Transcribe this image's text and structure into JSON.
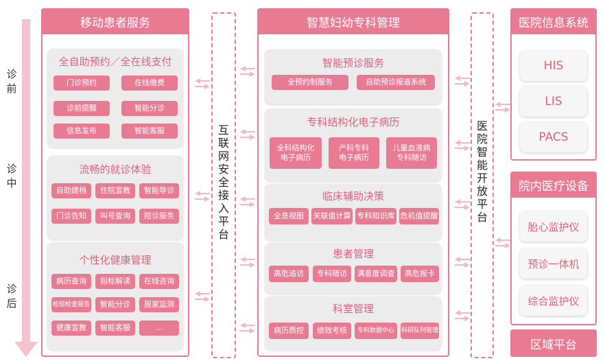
{
  "stages": [
    "诊前",
    "诊中",
    "诊后"
  ],
  "left_column": {
    "title": "移动患者服务",
    "sections": [
      {
        "title": "全自助预约／全在线支付",
        "items": [
          "门诊预约",
          "在线缴费",
          "诊前提醒",
          "智能分诊",
          "信息发布",
          "智能客服"
        ]
      },
      {
        "title": "流畅的就诊体验",
        "items": [
          "自助建档",
          "住院宣教",
          "智能导诊",
          "门诊告知",
          "叫号查询",
          "陪诊服务"
        ]
      },
      {
        "title": "个性化健康管理",
        "items": [
          "病历查询",
          "指标解读",
          "在线咨询",
          "检验检查报告",
          "智能分诊",
          "居家监测",
          "健康宣教",
          "智能客服",
          "..."
        ]
      }
    ]
  },
  "internet_platform": "互联网安全接入平台",
  "middle_column": {
    "title": "智慧妇幼专科管理",
    "sections": [
      {
        "title": "智能预诊服务",
        "items": [
          "全预约制服务",
          "自助预诊报道系统"
        ]
      },
      {
        "title": "专科结构化电子病历",
        "items": [
          [
            "全科结构化",
            "电子病历"
          ],
          [
            "产科专科",
            "电子病历"
          ],
          [
            "儿童血液病",
            "专科随访"
          ]
        ]
      },
      {
        "title": "临床辅助决策",
        "items": [
          "全息视图",
          "关联值计算",
          "专科知识库",
          "危机值提醒"
        ]
      },
      {
        "title": "患者管理",
        "items": [
          "高危追访",
          "专科随访",
          "满意度调查",
          "高危报卡"
        ]
      },
      {
        "title": "科室管理",
        "items": [
          "病历质控",
          "绩效考核",
          "专科数据中心",
          "科研队列管理"
        ]
      }
    ]
  },
  "open_platform": "医院智能开放平台",
  "right_column": {
    "his_title": "医院信息系统",
    "his_items": [
      "HIS",
      "LIS",
      "PACS"
    ],
    "device_title": "院内医疗设备",
    "device_items": [
      "胎心监护仪",
      "预诊一体机",
      "综合监护仪"
    ],
    "region": "区域平台"
  },
  "colors": {
    "accent": "#e87a92",
    "title_text": "#e2607a",
    "panel": "#ececec",
    "arrow": "#f2b8c6"
  }
}
